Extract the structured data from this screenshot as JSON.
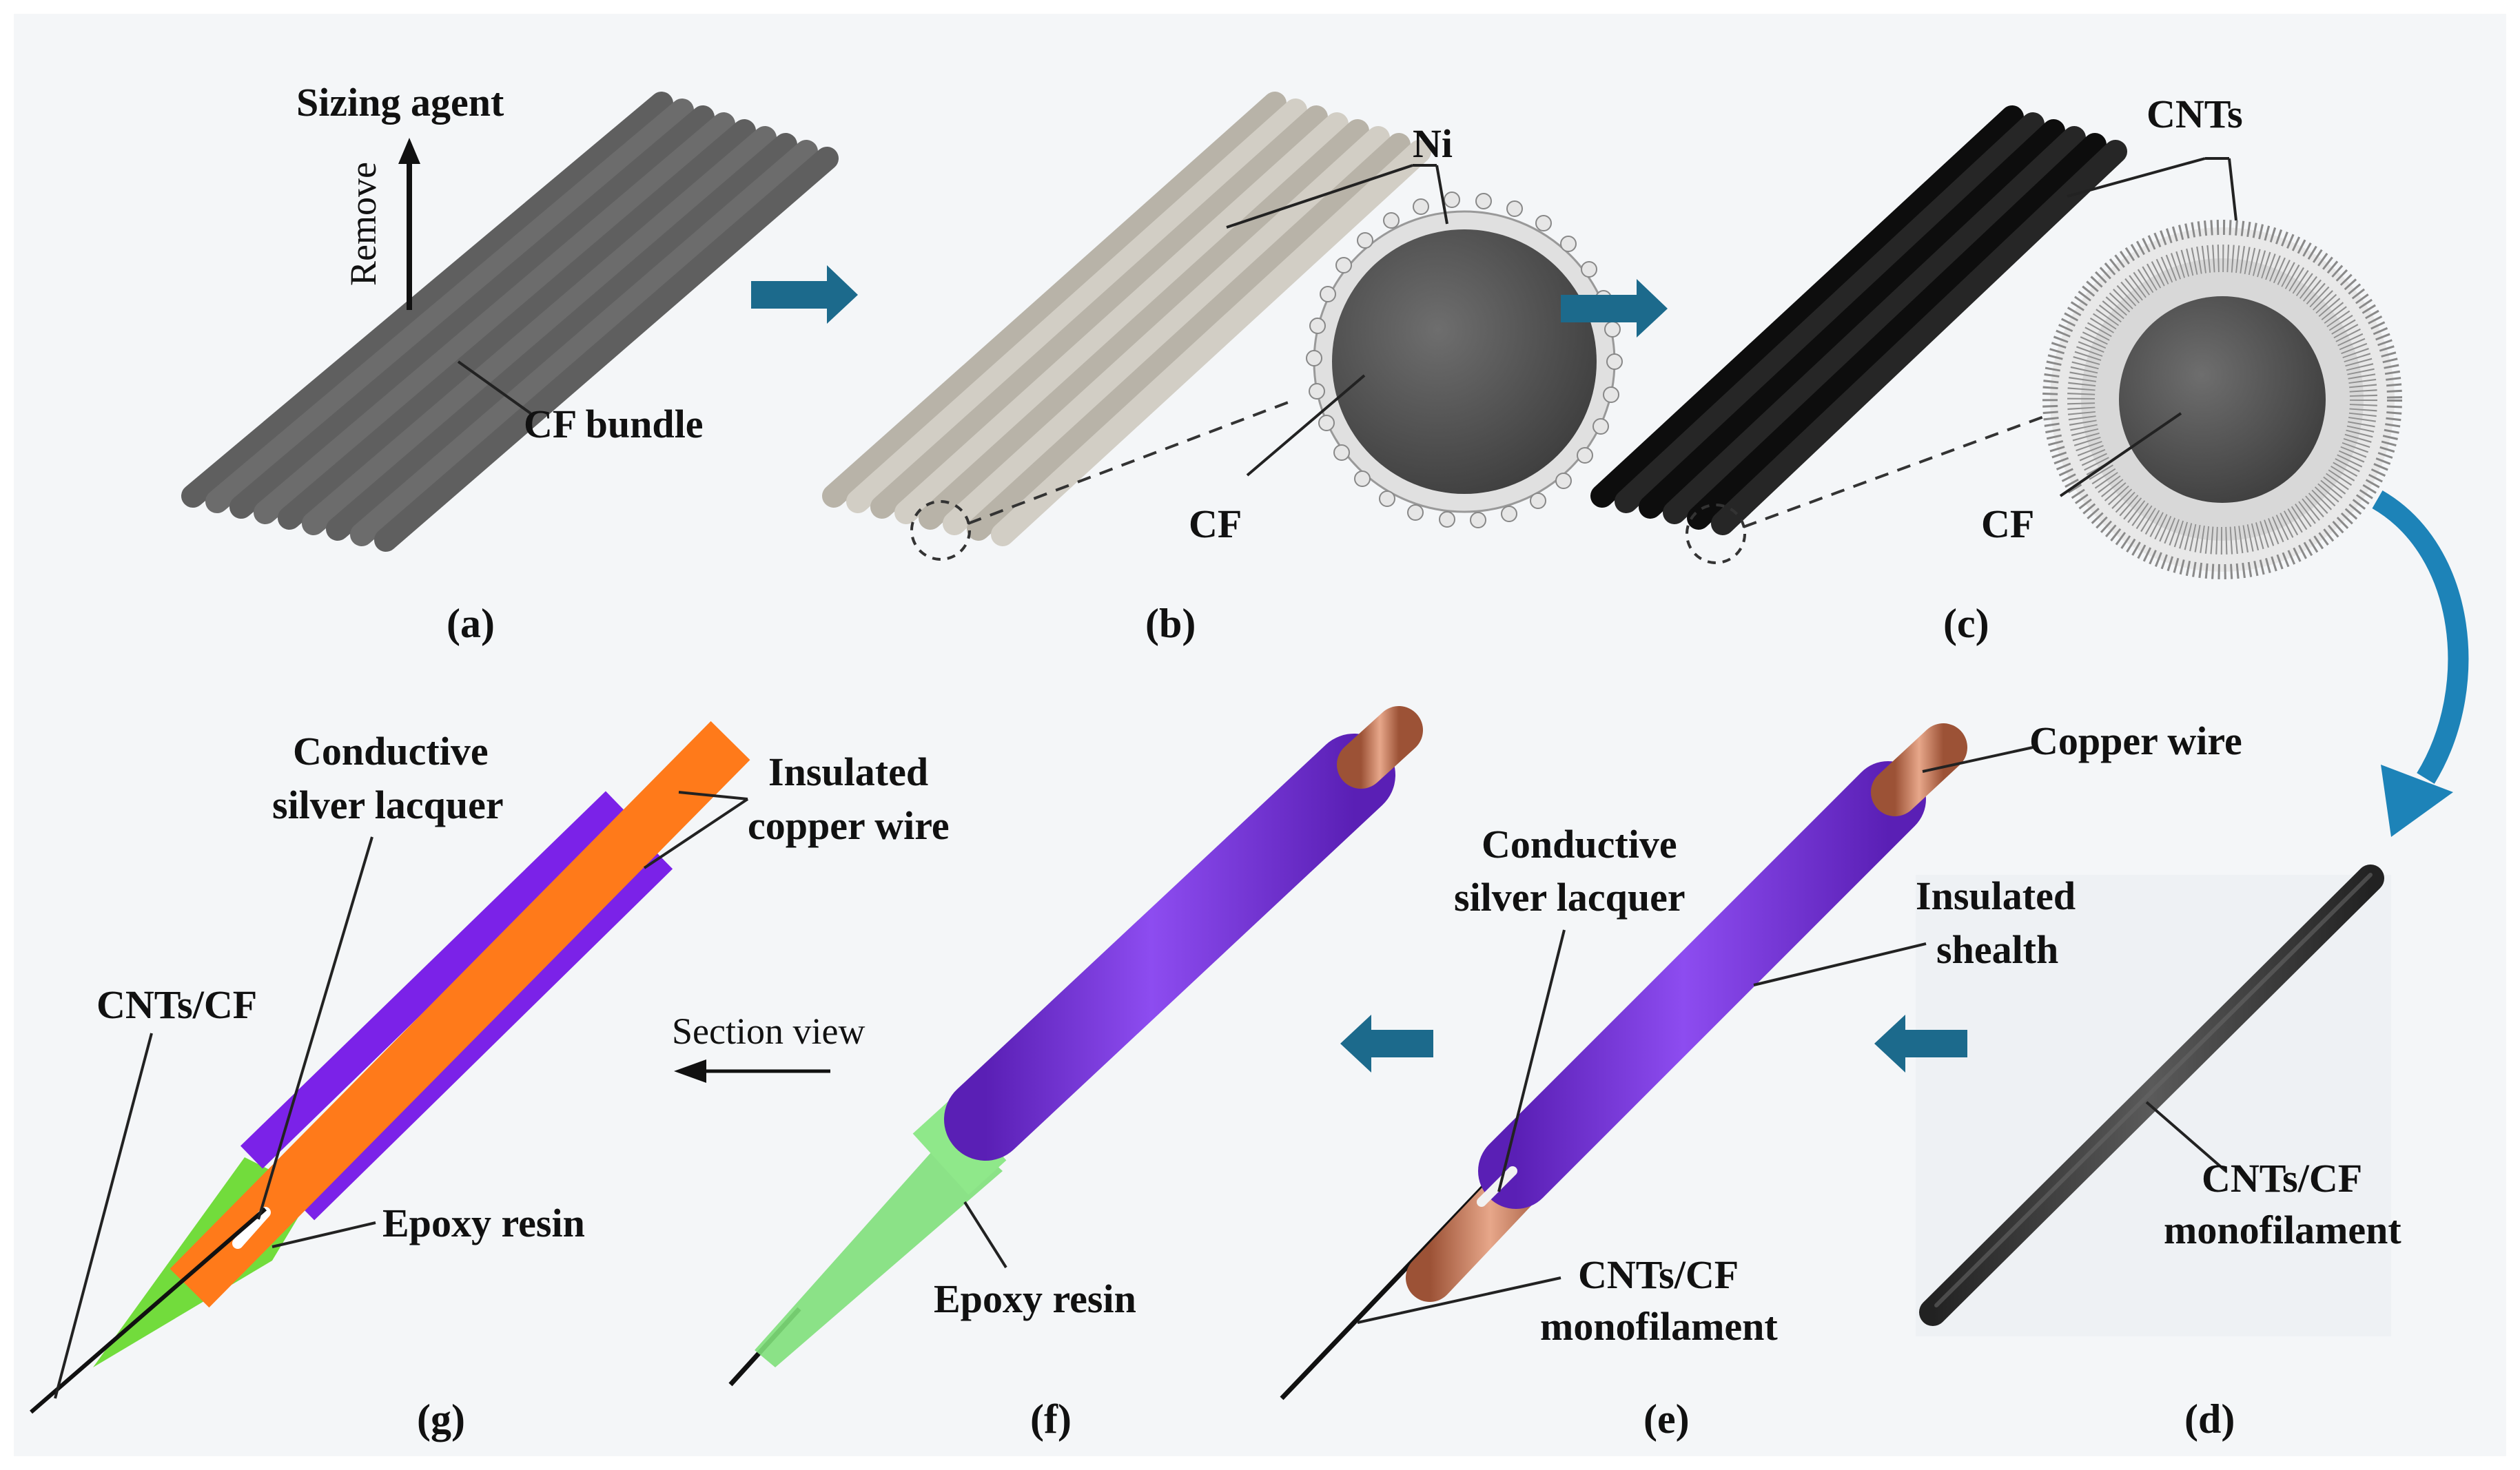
{
  "panels": {
    "a": {
      "caption": "(a)",
      "sizing_agent": "Sizing agent",
      "remove": "Remove",
      "cf_bundle": "CF bundle"
    },
    "b": {
      "caption": "(b)",
      "ni": "Ni",
      "cf": "CF"
    },
    "c": {
      "caption": "(c)",
      "cnts": "CNTs",
      "cf": "CF"
    },
    "d": {
      "caption": "(d)",
      "label_line1": "CNTs/CF",
      "label_line2": "monofilament"
    },
    "e": {
      "caption": "(e)",
      "copper_wire": "Copper wire",
      "silver_line1": "Conductive",
      "silver_line2": "silver lacquer",
      "sheath_line1": "Insulated",
      "sheath_line2": "shealth",
      "mono_line1": "CNTs/CF",
      "mono_line2": "monofilament"
    },
    "f": {
      "caption": "(f)",
      "epoxy": "Epoxy resin"
    },
    "g": {
      "caption": "(g)",
      "silver_line1": "Conductive",
      "silver_line2": "silver lacquer",
      "copper_line1": "Insulated",
      "copper_line2": "copper wire",
      "cnts_cf": "CNTs/CF",
      "epoxy": "Epoxy resin",
      "section_view": "Section view"
    }
  },
  "colors": {
    "background": "#f4f6f8",
    "fiber_gray": "#7a7a7a",
    "ni_fiber": "#cfcbc2",
    "cnt_fiber": "#1a1a1a",
    "arrow_blue": "#1c6a8c",
    "purple": "#7b35e0",
    "orange": "#ff7a1a",
    "green": "#72dc3c",
    "copper": "#c9785a"
  }
}
